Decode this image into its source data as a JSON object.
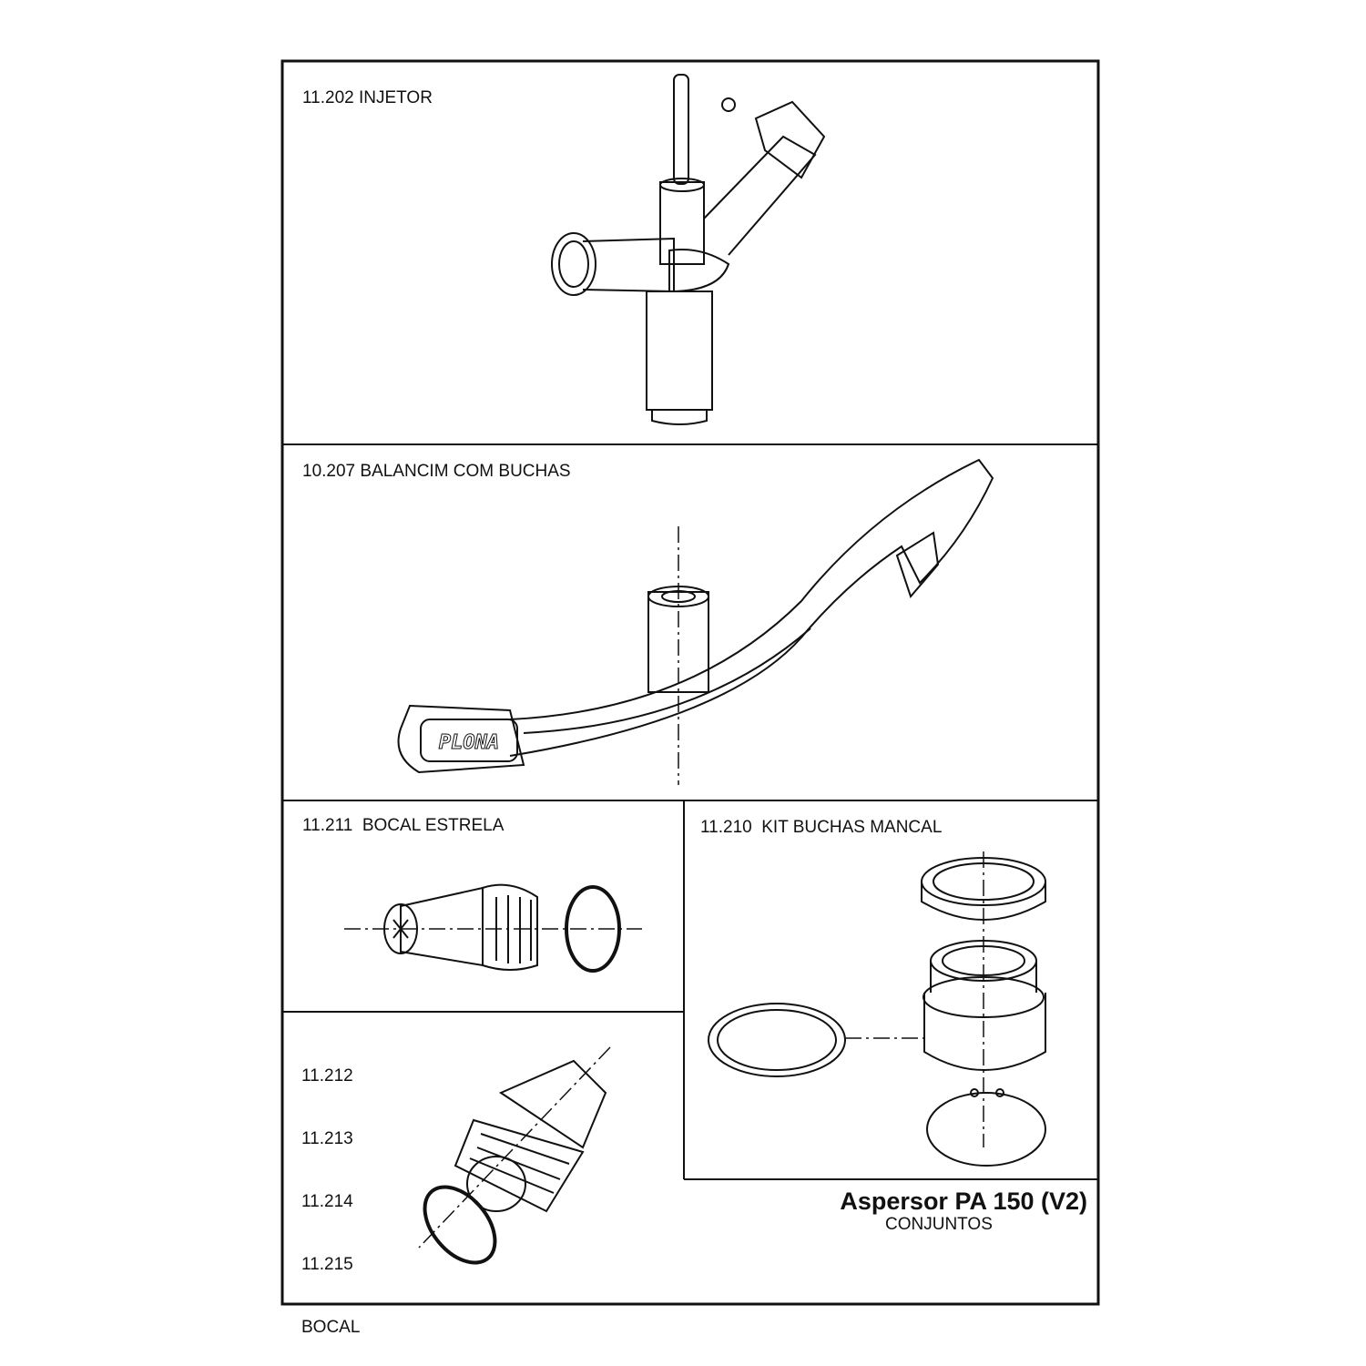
{
  "panels": {
    "injetor": {
      "label": "11.202 INJETOR"
    },
    "balancim": {
      "label": "10.207 BALANCIM COM BUCHAS",
      "logo_text": "PLONA"
    },
    "bocal_estrela": {
      "label": "11.211  BOCAL ESTRELA"
    },
    "kit_buchas": {
      "label": "11.210  KIT BUCHAS MANCAL"
    },
    "bocal": {
      "codes": [
        "11.212",
        "11.213",
        "11.214",
        "11.215"
      ],
      "label": "BOCAL"
    }
  },
  "title_block": {
    "title": "Aspersor PA 150 (V2)",
    "subtitle": "CONJUNTOS"
  }
}
